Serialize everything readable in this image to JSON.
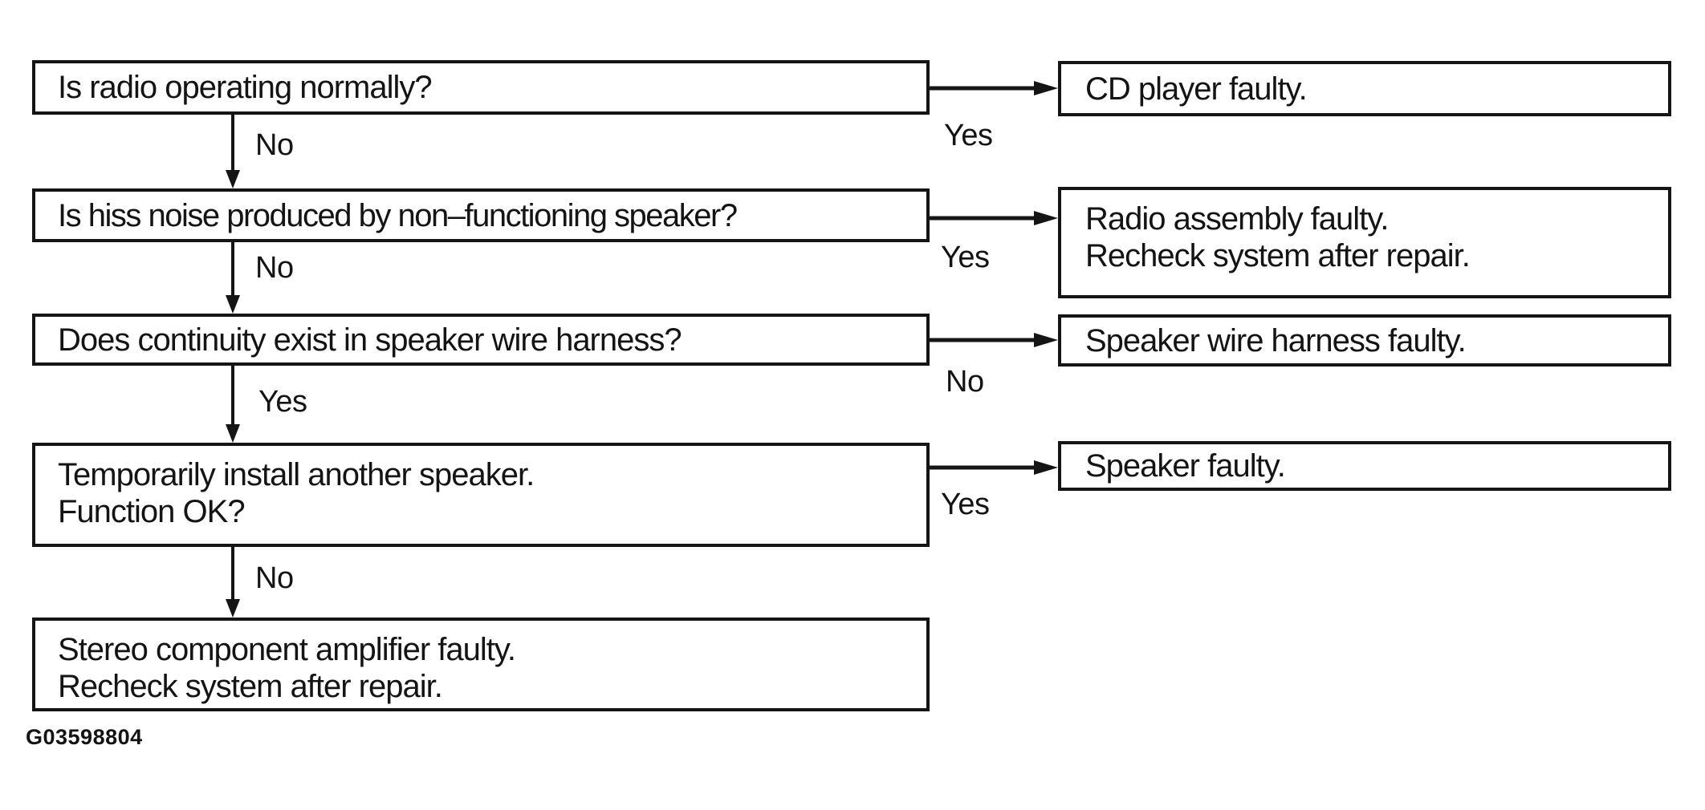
{
  "page": {
    "background": "#ffffff",
    "ink_color": "#141414",
    "figure_code": "G03598804"
  },
  "flowchart": {
    "steps": [
      {
        "question_lines": [
          "Is radio operating normally?"
        ],
        "side_branch": {
          "label": "Yes",
          "result_lines": [
            "CD player faulty."
          ]
        },
        "down_branch": {
          "label": "No"
        }
      },
      {
        "question_lines": [
          "Is hiss noise produced by non–functioning speaker?"
        ],
        "side_branch": {
          "label": "Yes",
          "result_lines": [
            "Radio assembly faulty.",
            "Recheck system after repair."
          ]
        },
        "down_branch": {
          "label": "No"
        }
      },
      {
        "question_lines": [
          "Does continuity exist in speaker wire harness?"
        ],
        "side_branch": {
          "label": "No",
          "result_lines": [
            "Speaker wire harness faulty."
          ]
        },
        "down_branch": {
          "label": "Yes"
        }
      },
      {
        "question_lines": [
          "Temporarily install another speaker.",
          "Function OK?"
        ],
        "side_branch": {
          "label": "Yes",
          "result_lines": [
            "Speaker faulty."
          ]
        },
        "down_branch": {
          "label": "No"
        }
      }
    ],
    "final_lines": [
      "Stereo component amplifier faulty.",
      "Recheck system after repair."
    ]
  }
}
